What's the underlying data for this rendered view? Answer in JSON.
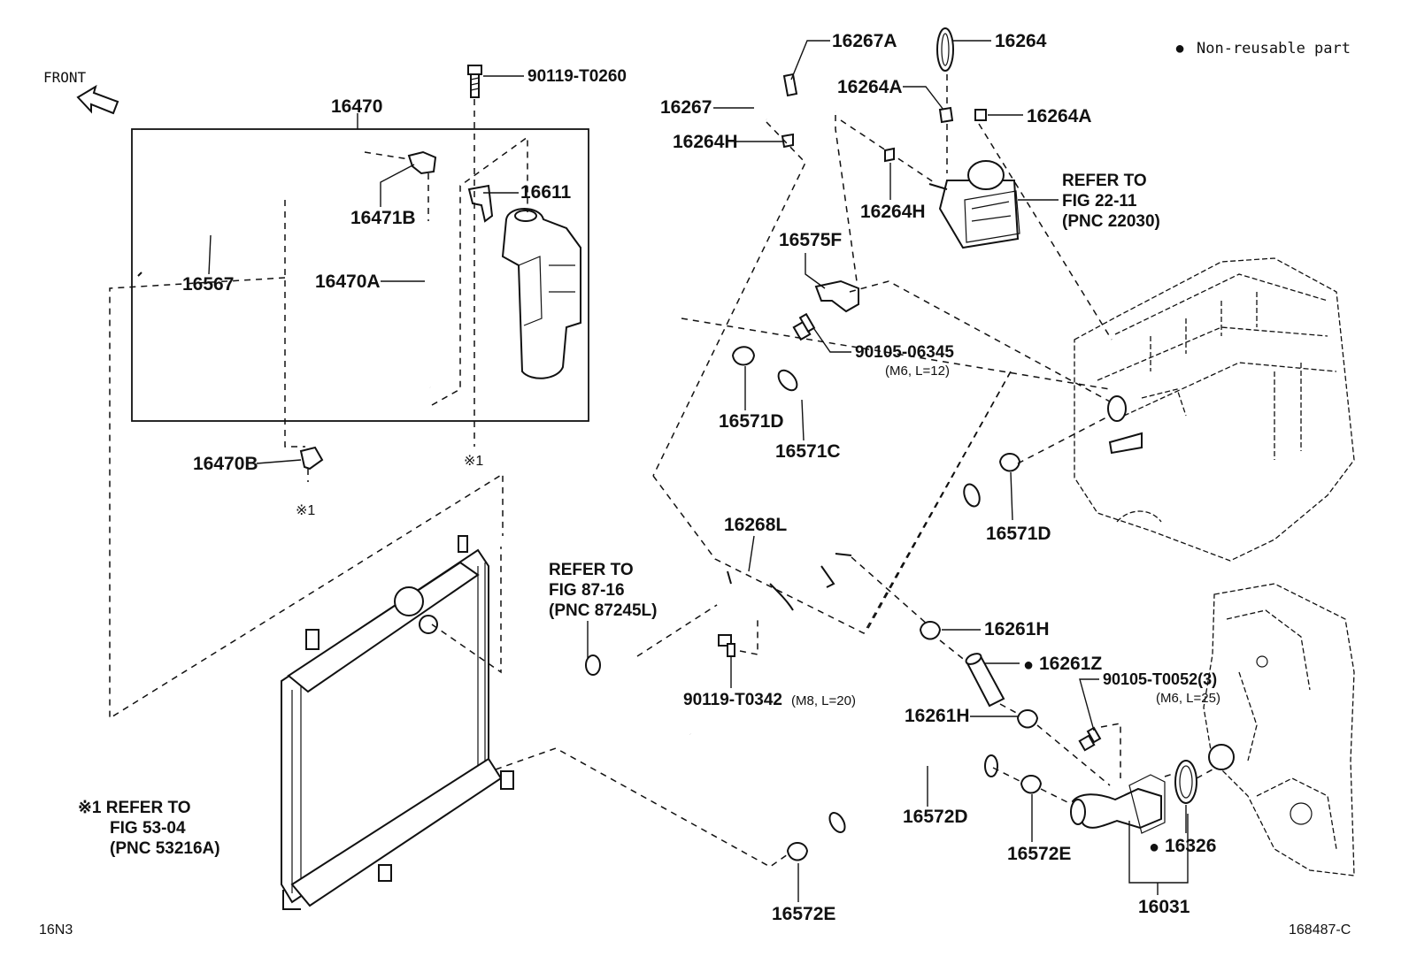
{
  "legend": {
    "bullet": "●",
    "text": "Non-reusable part"
  },
  "front_label": "FRONT",
  "labels": {
    "p16470": "16470",
    "p16471B": "16471B",
    "p16567": "16567",
    "p16470A": "16470A",
    "p16611": "16611",
    "p90119_T0260": "90119-T0260",
    "p16470B": "16470B",
    "ref1_a": "※1",
    "ref1_b": "※1",
    "p16267A": "16267A",
    "p16264": "16264",
    "p16264A_l": "16264A",
    "p16264A_r": "16264A",
    "p16267": "16267",
    "p16264H_l": "16264H",
    "p16264H_r": "16264H",
    "p16575F": "16575F",
    "p90105_06345": "90105-06345",
    "p90105_06345_spec": "(M6, L=12)",
    "p16571D_l": "16571D",
    "p16571C": "16571C",
    "p16571D_r": "16571D",
    "p16268L": "16268L",
    "p90119_T0342": "90119-T0342",
    "p90119_T0342_spec": "(M8, L=20)",
    "p16261H_top": "16261H",
    "p16261Z": "16261Z",
    "p90105_T0052": "90105-T0052(3)",
    "p90105_T0052_spec": "(M6, L=25)",
    "p16261H_bot": "16261H",
    "p16572D": "16572D",
    "p16572E_r": "16572E",
    "p16572E_b": "16572E",
    "p16326": "16326",
    "p16031": "16031"
  },
  "refer_boxes": {
    "fig22": [
      "REFER TO",
      "FIG 22-11",
      "(PNC 22030)"
    ],
    "fig87": [
      "REFER TO",
      "FIG 87-16",
      "(PNC 87245L)"
    ],
    "fig53": [
      "※1 REFER TO",
      "FIG 53-04",
      "(PNC 53216A)"
    ]
  },
  "footer": {
    "left_code": "16N3",
    "right_code": "168487-C"
  }
}
